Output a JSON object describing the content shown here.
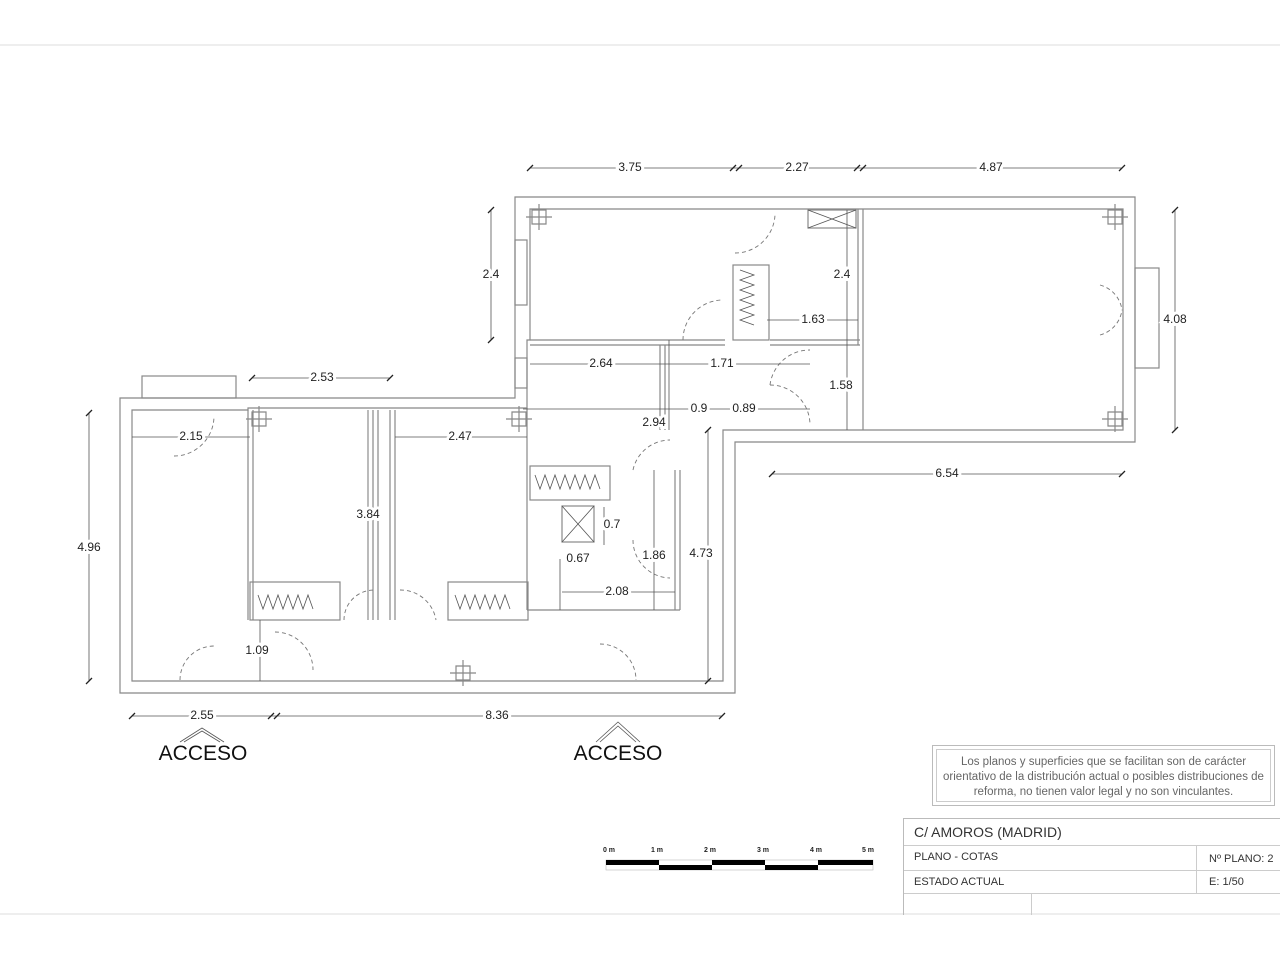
{
  "plan": {
    "dimensions": [
      "3.75",
      "2.27",
      "4.87",
      "2.4",
      "2.4",
      "1.63",
      "4.08",
      "2.64",
      "1.71",
      "1.58",
      "0.9",
      "0.89",
      "2.94",
      "6.54",
      "2.53",
      "2.15",
      "2.47",
      "3.84",
      "4.96",
      "0.7",
      "0.67",
      "1.86",
      "4.73",
      "2.08",
      "1.09",
      "2.55",
      "8.36"
    ],
    "access_labels": [
      "ACCESO",
      "ACCESO"
    ]
  },
  "scale_bar": {
    "ticks": [
      "0 m",
      "1 m",
      "2 m",
      "3 m",
      "4 m",
      "5 m"
    ]
  },
  "disclaimer": "Los planos y superficies que se facilitan son de carácter orientativo de la distribución actual o posibles distribuciones de reforma, no tienen valor legal y no son vinculantes.",
  "title_block": {
    "address": "C/ AMOROS  (MADRID)",
    "plan_type": "PLANO  -  COTAS",
    "plan_number": "Nº PLANO:  2",
    "state": "ESTADO  ACTUAL",
    "scale": "E: 1/50"
  }
}
